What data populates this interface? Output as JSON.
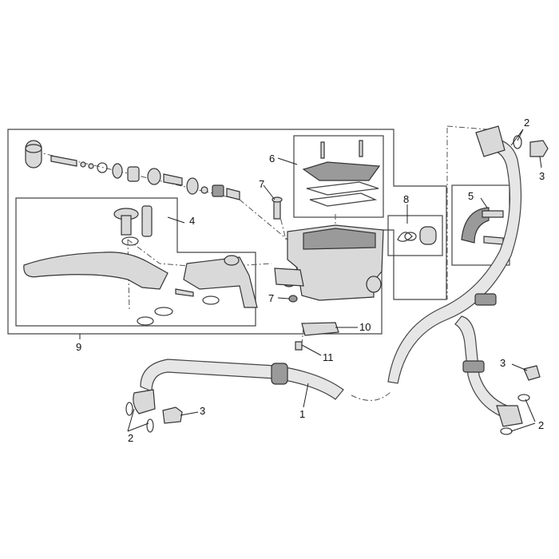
{
  "diagram": {
    "callouts": [
      {
        "id": "c1",
        "text": "1"
      },
      {
        "id": "c2a",
        "text": "2"
      },
      {
        "id": "c2b",
        "text": "2"
      },
      {
        "id": "c2c",
        "text": "2"
      },
      {
        "id": "c3a",
        "text": "3"
      },
      {
        "id": "c3b",
        "text": "3"
      },
      {
        "id": "c3c",
        "text": "3"
      },
      {
        "id": "c4",
        "text": "4"
      },
      {
        "id": "c5",
        "text": "5"
      },
      {
        "id": "c6",
        "text": "6"
      },
      {
        "id": "c7a",
        "text": "7"
      },
      {
        "id": "c7b",
        "text": "7"
      },
      {
        "id": "c8",
        "text": "8"
      },
      {
        "id": "c9",
        "text": "9"
      },
      {
        "id": "c10",
        "text": "10"
      },
      {
        "id": "c11",
        "text": "11"
      }
    ],
    "colors": {
      "line": "#333333",
      "fill": "#d9d9d9",
      "dark": "#9a9a9a",
      "background": "#ffffff"
    }
  }
}
